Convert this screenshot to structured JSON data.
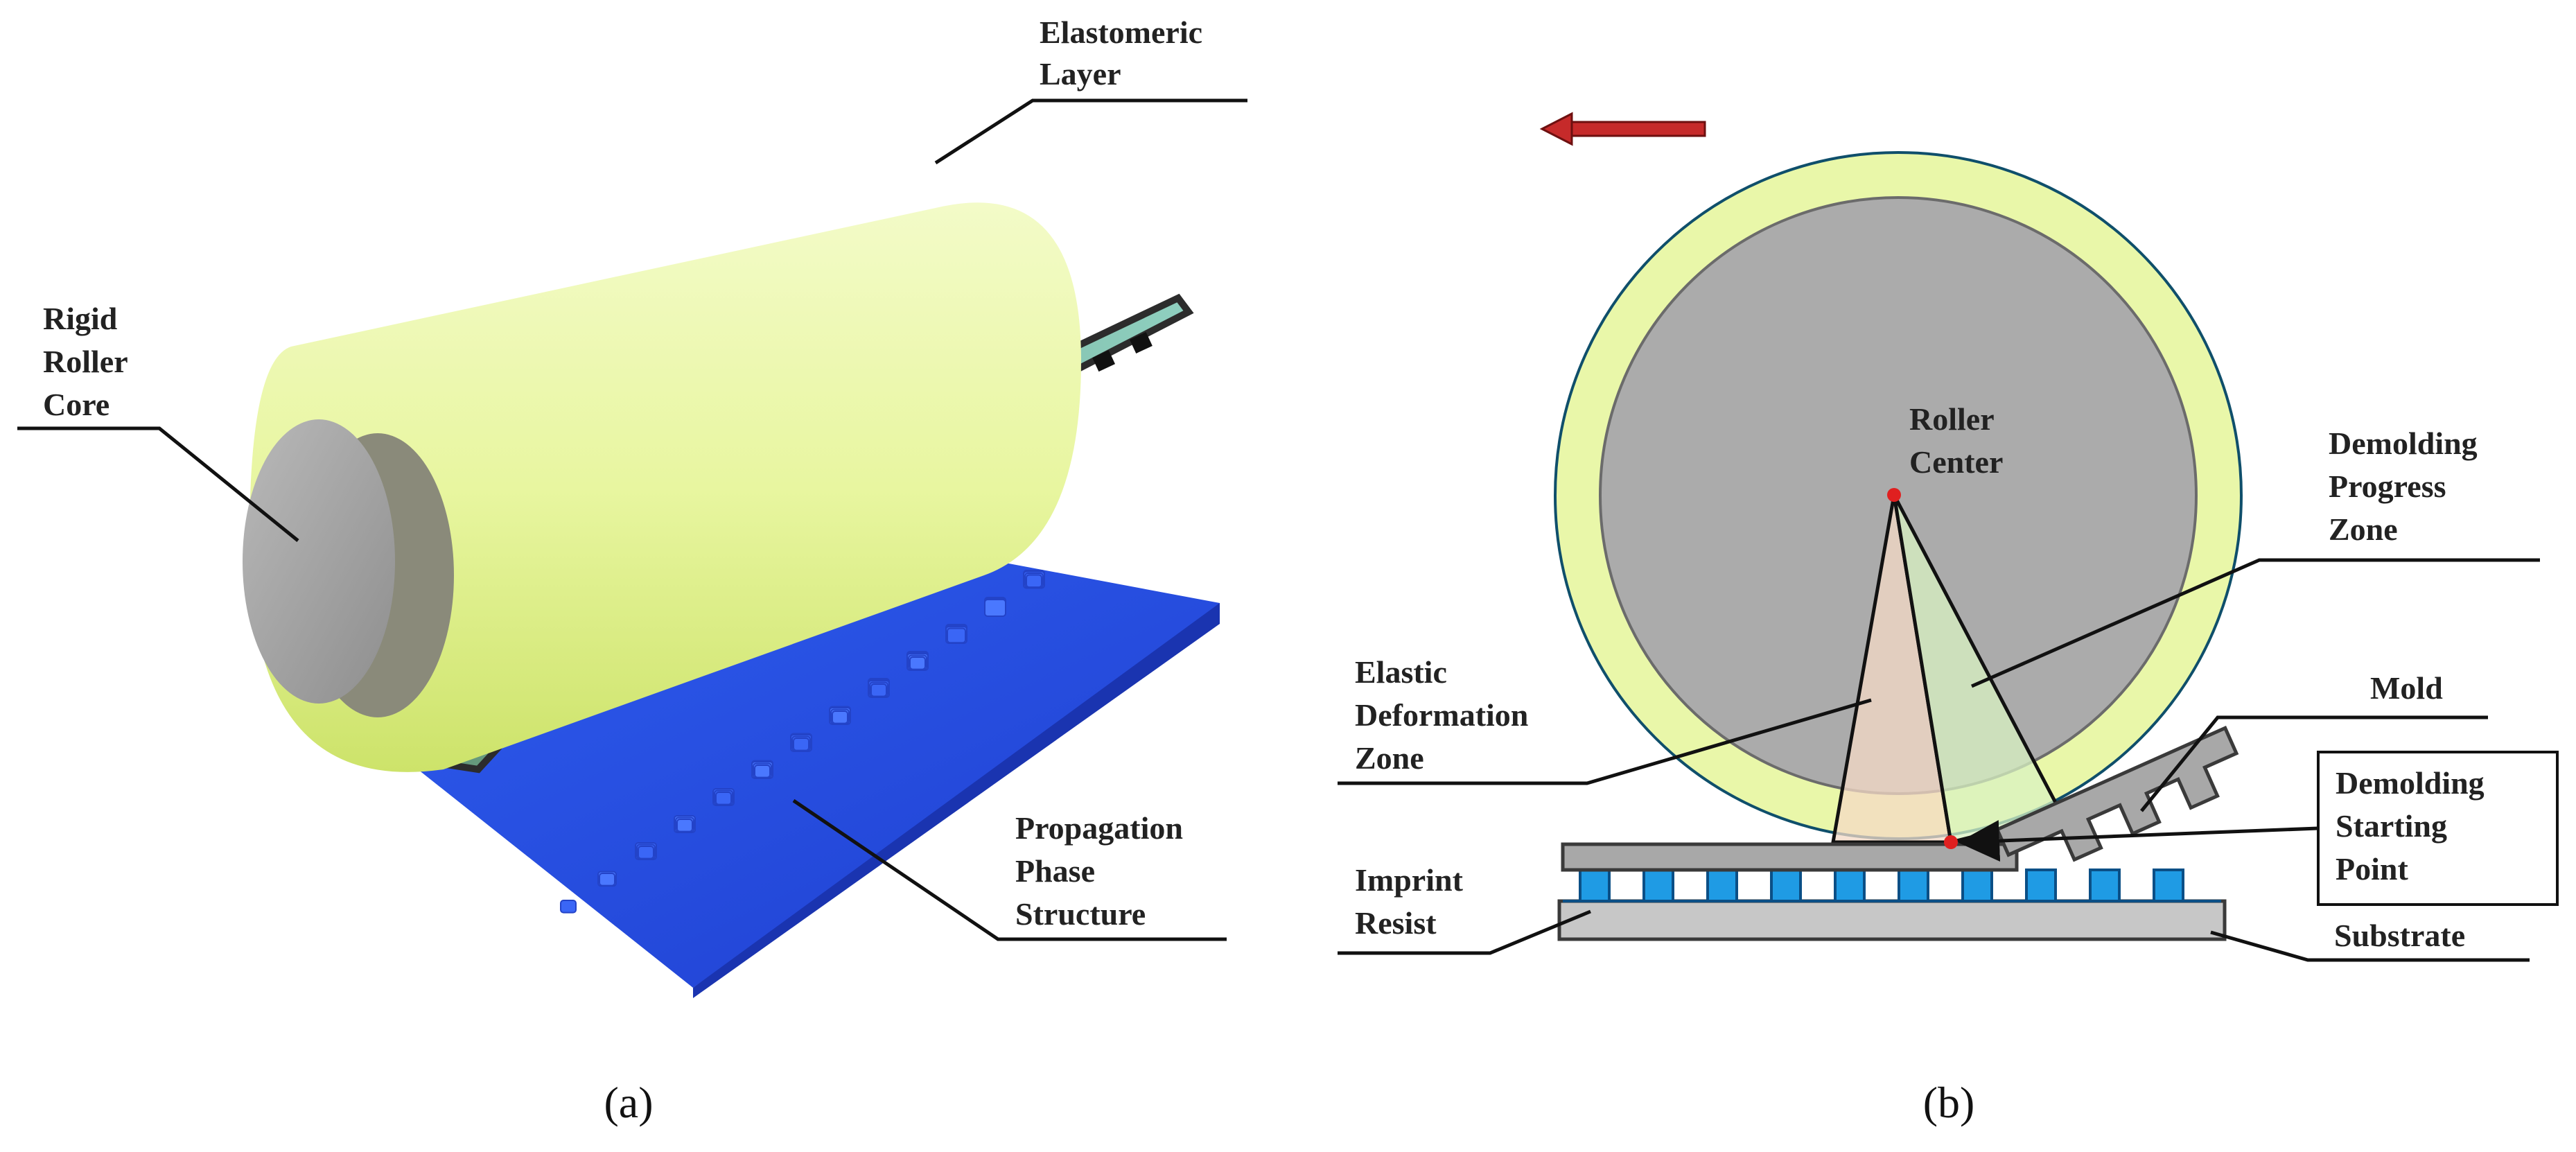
{
  "colors": {
    "elastomer": "#e9f7a9",
    "elastomer_dark": "#c9df5c",
    "core": "#ababab",
    "core_edge": "#777777",
    "mold": "#a8a8a8",
    "mold_edge": "#555555",
    "resist": "#1f9be4",
    "substrate": "#c7c7c7",
    "pattern": "#3f6cf2",
    "arrow": "#c62a2a",
    "zone_elastic": "#f4d9c6",
    "zone_progress": "#d8f1c2",
    "point": "#e02020"
  },
  "panel_a": {
    "label": "(a)",
    "callouts": {
      "elastomeric_layer": [
        "Elastomeric",
        "Layer"
      ],
      "rigid_roller_core": [
        "Rigid",
        "Roller",
        "Core"
      ],
      "propagation_phase_structure": [
        "Propagation",
        "Phase",
        "Structure"
      ]
    },
    "icons": {
      "roller": "cylinder-roller-icon",
      "mold_film": "patterned-mold-film-icon",
      "pattern_array": "cube-array-icon"
    }
  },
  "panel_b": {
    "label": "(b)",
    "direction_arrow": "left-arrow-icon",
    "callouts": {
      "roller_center": [
        "Roller",
        "Center"
      ],
      "demolding_progress_zone": [
        "Demolding",
        "Progress",
        "Zone"
      ],
      "elastic_deformation_zone": [
        "Elastic",
        "Deformation",
        "Zone"
      ],
      "mold": [
        "Mold"
      ],
      "demolding_starting_point": [
        "Demolding",
        "Starting",
        "Point"
      ],
      "imprint_resist": [
        "Imprint",
        "Resist"
      ],
      "substrate": [
        "Substrate"
      ]
    }
  }
}
